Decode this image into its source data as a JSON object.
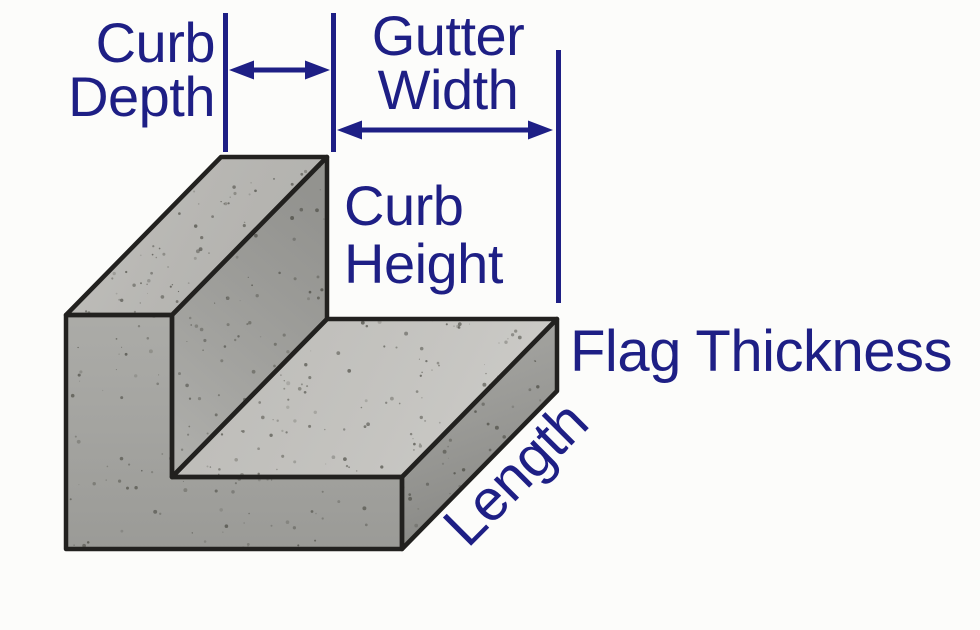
{
  "colors": {
    "background": "#fcfcfa",
    "annotation": "#1e1f85",
    "edge": "#22211f",
    "speckle": "#3e3e36",
    "faces": {
      "curb_top": "#bdbcb8",
      "curb_side": "#a3a39f",
      "gutter_top": "#c7c6c2",
      "flag_end": "#9e9e9a",
      "front": "#a6a6a2"
    }
  },
  "labels": {
    "curb_depth": {
      "line1": "Curb",
      "line2": "Depth"
    },
    "gutter_width": {
      "line1": "Gutter",
      "line2": "Width"
    },
    "curb_height": {
      "line1": "Curb",
      "line2": "Height"
    },
    "flag_thickness": "Flag Thickness",
    "length": "Length"
  }
}
